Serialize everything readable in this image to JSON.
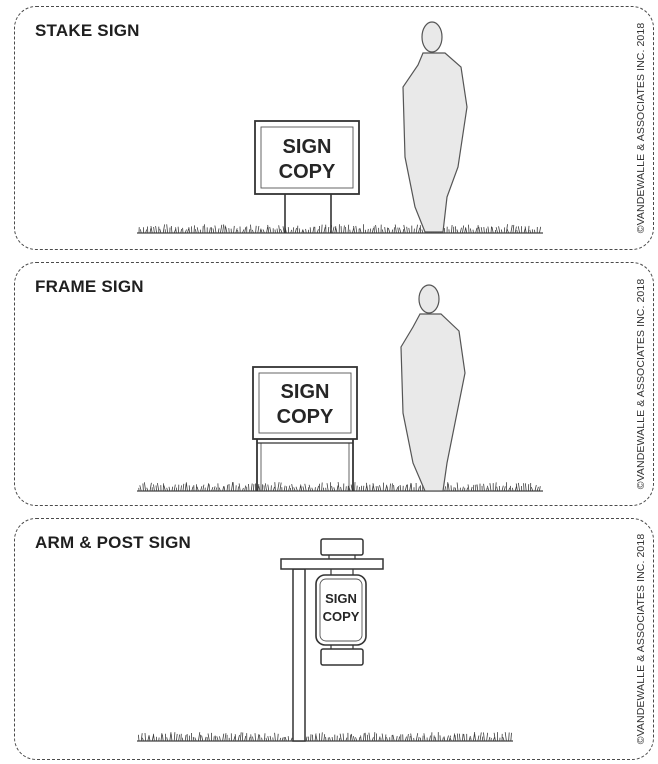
{
  "panels": [
    {
      "title": "STAKE SIGN",
      "sign_line1": "SIGN",
      "sign_line2": "COPY",
      "copyright": "©VANDEWALLE & ASSOCIATES INC. 2018"
    },
    {
      "title": "FRAME SIGN",
      "sign_line1": "SIGN",
      "sign_line2": "COPY",
      "copyright": "©VANDEWALLE & ASSOCIATES INC. 2018"
    },
    {
      "title": "ARM & POST SIGN",
      "sign_line1": "SIGN",
      "sign_line2": "COPY",
      "copyright": "©VANDEWALLE & ASSOCIATES INC. 2018"
    }
  ],
  "colors": {
    "outline": "#4a4a4a",
    "figure_fill": "#e9e9e9",
    "ink": "#262626"
  }
}
